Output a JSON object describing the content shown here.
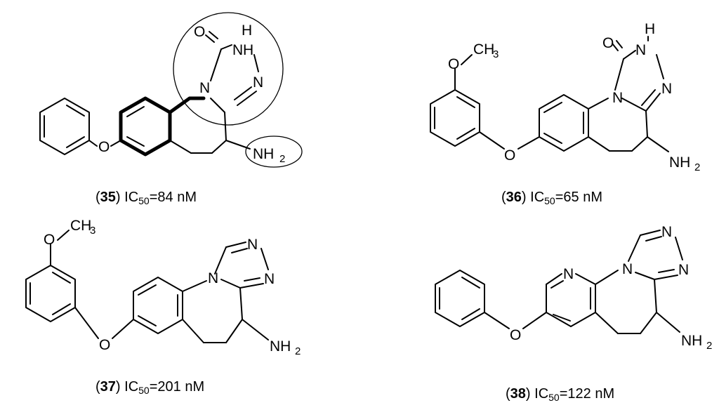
{
  "atoms": {
    "O": "O",
    "H": "H",
    "N": "N",
    "NH2": "NH",
    "NH2_sub": "2",
    "CH3": "CH",
    "CH3_sub": "3"
  },
  "compounds": [
    {
      "id": "35",
      "ic_label": "IC",
      "ic_sub": "50",
      "ic_value": "=84 nM"
    },
    {
      "id": "36",
      "ic_label": "IC",
      "ic_sub": "50",
      "ic_value": "=65 nM"
    },
    {
      "id": "37",
      "ic_label": "IC",
      "ic_sub": "50",
      "ic_value": "=201 nM"
    },
    {
      "id": "38",
      "ic_label": "IC",
      "ic_sub": "50",
      "ic_value": "=122 nM"
    }
  ]
}
